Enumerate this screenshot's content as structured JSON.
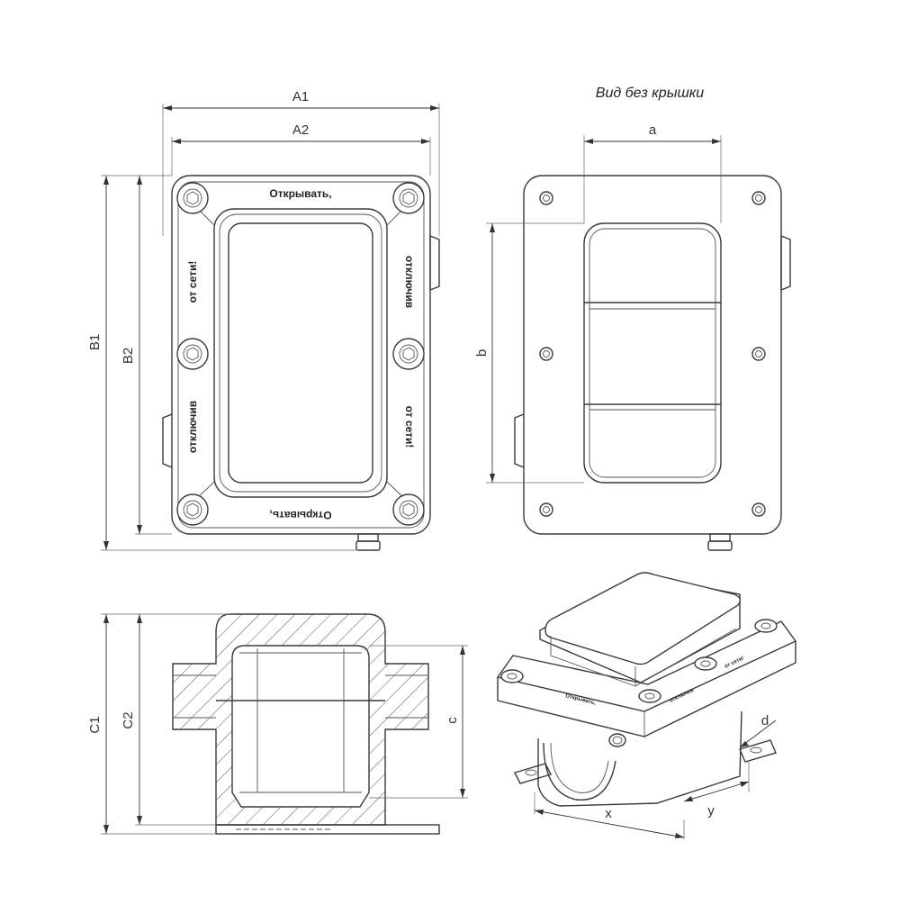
{
  "view_title": "Вид без крышки",
  "dimensions": {
    "A1": "A1",
    "A2": "A2",
    "B1": "B1",
    "B2": "B2",
    "a": "a",
    "b": "b",
    "C1": "C1",
    "C2": "C2",
    "c": "c",
    "x": "x",
    "y": "y",
    "d": "d"
  },
  "cover_labels": {
    "open_top": "Открывать,",
    "open_bottom": "Открывать,",
    "disconnect_right": "отключив",
    "disconnect_left": "отключив",
    "network_left": "от сети!",
    "network_right": "от сети!"
  },
  "iso_labels": {
    "label_front": "Открывать,",
    "label_side": "от сети!",
    "label_corner": "отключив"
  }
}
